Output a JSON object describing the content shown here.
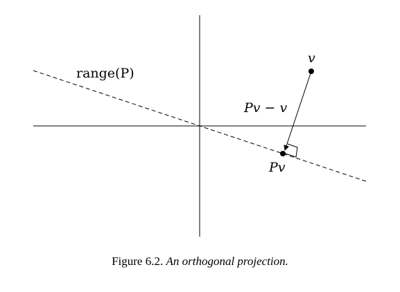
{
  "diagram": {
    "labels": {
      "range_label": "range(P)",
      "vector_label": "v",
      "difference_label": "Pv − v",
      "projection_label": "Pv"
    }
  },
  "caption": {
    "number": "Figure 6.2.",
    "text": "An orthogonal projection."
  }
}
